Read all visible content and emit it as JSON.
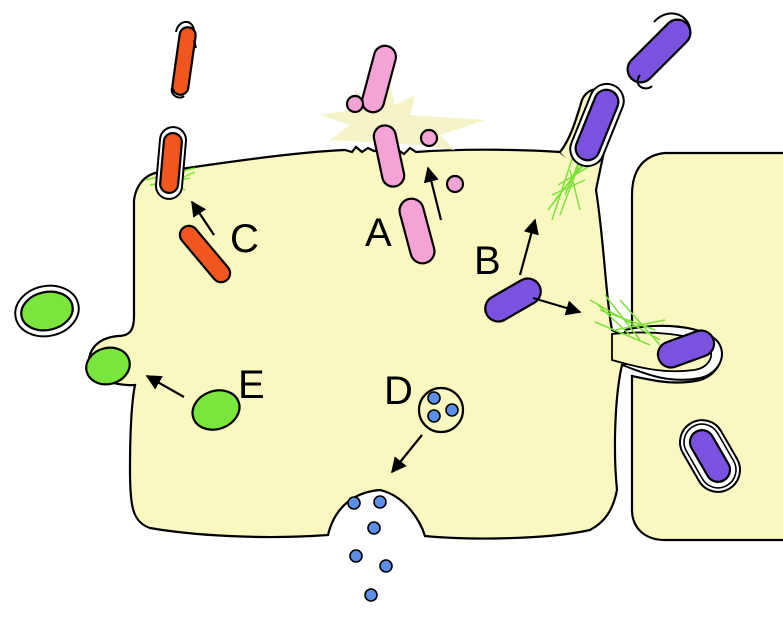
{
  "labels": {
    "a": "A",
    "b": "B",
    "c": "C",
    "d": "D",
    "e": "E"
  },
  "colors": {
    "cytoplasm": "#f8f8c0",
    "bacterium_a": "#f5a3d6",
    "bacterium_b": "#7b52e0",
    "bacterium_c": "#f0561e",
    "bacterium_e": "#7ae63c",
    "vesicle_particle": "#5b8ee6",
    "actin_tail": "#7ee03a",
    "lysis_burst": "#f5f4c8"
  }
}
